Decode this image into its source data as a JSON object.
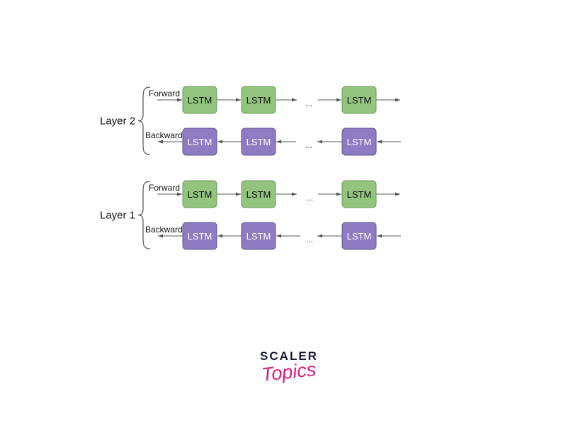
{
  "colors": {
    "forward_fill": "#93c47d",
    "forward_stroke": "#6a9a55",
    "backward_fill": "#8e7cc3",
    "backward_stroke": "#5e4f93",
    "arrow": "#555555",
    "brace": "#555555",
    "logo_dark": "#1b1b3a",
    "logo_pink": "#e0197d"
  },
  "layers": [
    {
      "label": "Layer 2",
      "forward": {
        "label": "Forward",
        "cells": [
          "LSTM",
          "LSTM",
          "LSTM"
        ],
        "ellipsis": "..."
      },
      "backward": {
        "label": "Backward",
        "cells": [
          "LSTM",
          "LSTM",
          "LSTM"
        ],
        "ellipsis": "..."
      }
    },
    {
      "label": "Layer 1",
      "forward": {
        "label": "Forward",
        "cells": [
          "LSTM",
          "LSTM",
          "LSTM"
        ],
        "ellipsis": "..."
      },
      "backward": {
        "label": "Backward",
        "cells": [
          "LSTM",
          "LSTM",
          "LSTM"
        ],
        "ellipsis": "..."
      }
    }
  ],
  "logo": {
    "top": "SCALER",
    "bottom": "Topics"
  }
}
